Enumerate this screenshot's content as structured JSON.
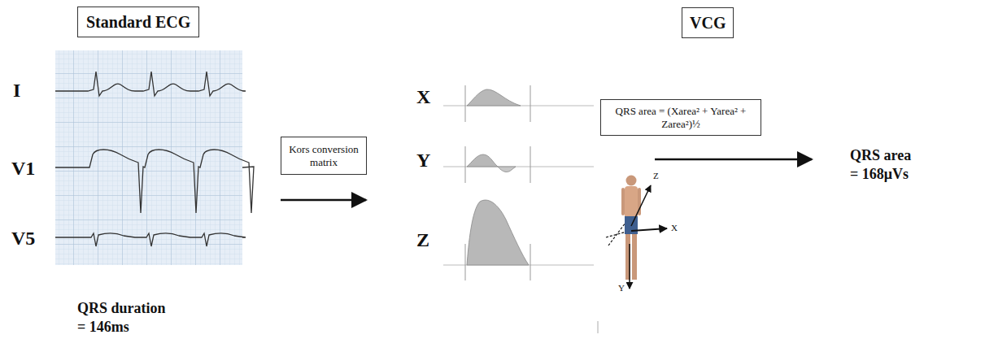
{
  "diagram": {
    "nodes": [
      {
        "text": [
          "Standard ECG"
        ]
      },
      {
        "text": [
          "Kors conversion matrix"
        ]
      },
      {
        "text": [
          "VCG"
        ]
      },
      {
        "text": [
          "QRS area = (Xarea² + Yarea² + Zarea²)½"
        ]
      }
    ],
    "labels": [
      "I",
      "V1",
      "V5",
      "QRS duration = 146ms",
      "X",
      "Y",
      "Z",
      "Z",
      "X",
      "Y",
      "QRS area = 168μVs"
    ]
  }
}
